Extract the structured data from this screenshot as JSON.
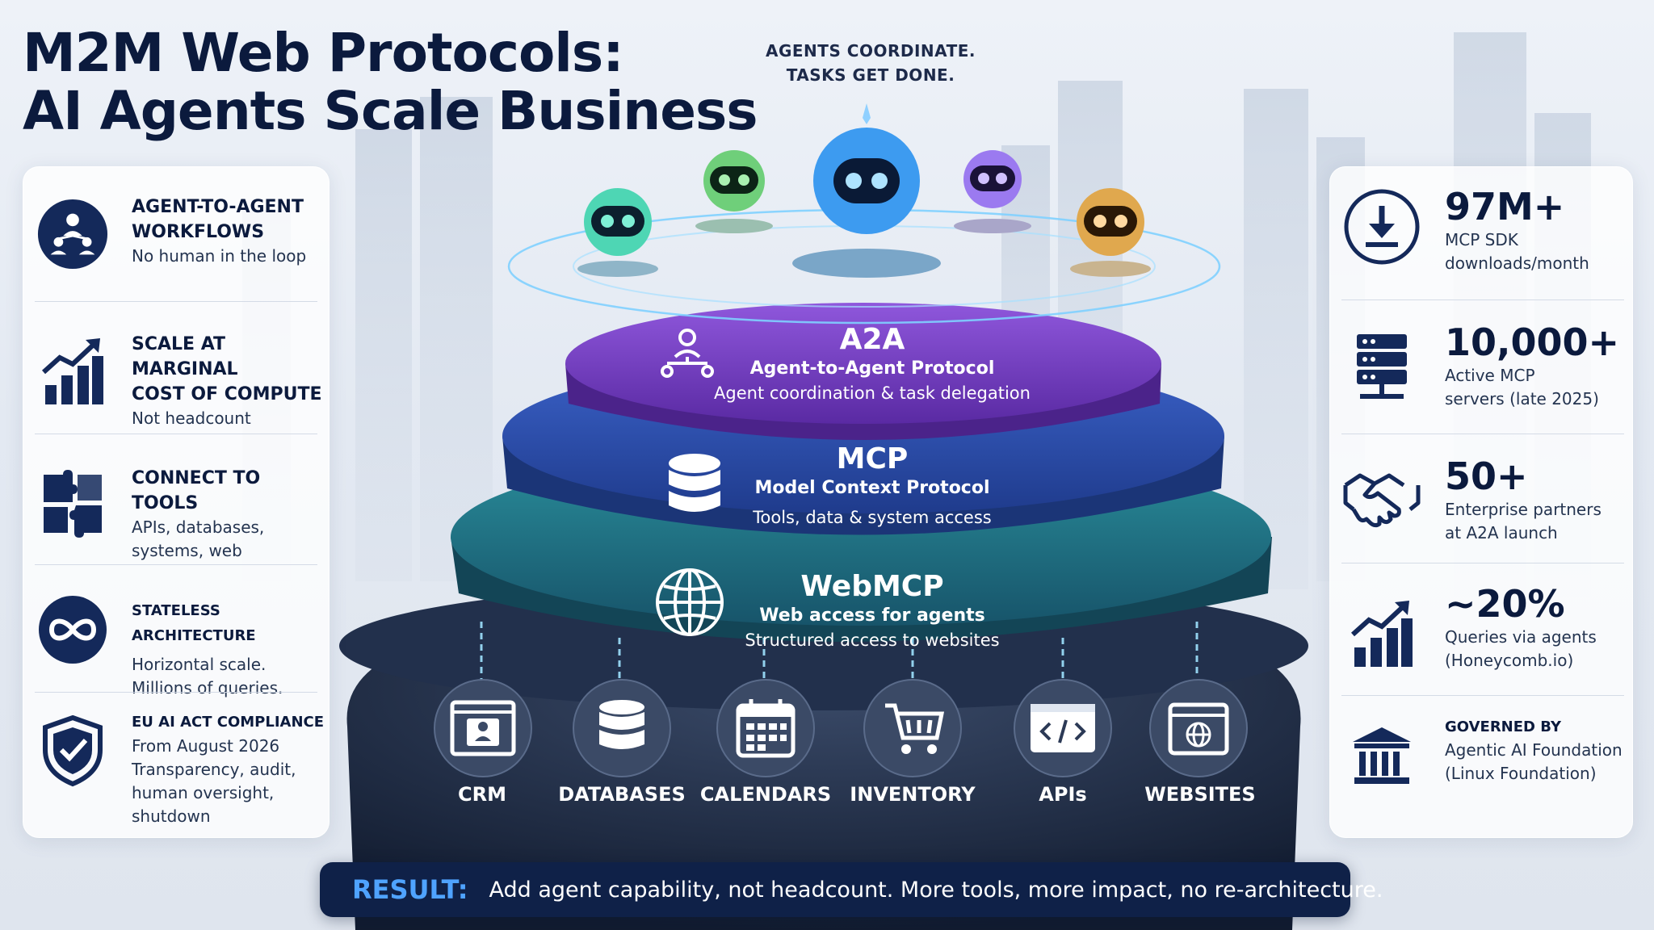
{
  "title": {
    "line1": "M2M Web Protocols:",
    "line2": "AI Agents Scale Business"
  },
  "tagline": {
    "line1": "AGENTS COORDINATE.",
    "line2": "TASKS GET DONE."
  },
  "left_items": [
    {
      "heading": "AGENT-TO-AGENT",
      "heading2": "WORKFLOWS",
      "sub": "No human in the loop",
      "icon": "agent-network-icon"
    },
    {
      "heading": "SCALE AT MARGINAL",
      "heading2": "COST OF COMPUTE",
      "sub": "Not headcount",
      "icon": "growth-chart-icon"
    },
    {
      "heading": "CONNECT TO TOOLS",
      "sub": "APIs, databases,",
      "sub2": "systems, web",
      "icon": "puzzle-icon"
    },
    {
      "heading": "STATELESS ARCHITECTURE",
      "sub": "Horizontal scale.",
      "sub2": "Millions of queries.",
      "icon": "infinity-icon"
    },
    {
      "heading": "EU AI ACT COMPLIANCE",
      "sub": "From August 2026",
      "sub2": "Transparency, audit,",
      "sub3": "human oversight,",
      "sub4": "shutdown",
      "icon": "shield-check-icon"
    }
  ],
  "right_items": [
    {
      "number": "97M+",
      "sub": "MCP SDK",
      "sub2": "downloads/month",
      "icon": "download-icon"
    },
    {
      "number": "10,000+",
      "sub": "Active MCP",
      "sub2": "servers (late 2025)",
      "icon": "server-icon"
    },
    {
      "number": "50+",
      "sub": "Enterprise partners",
      "sub2": "at A2A launch",
      "icon": "handshake-icon"
    },
    {
      "number": "~20%",
      "sub": "Queries via agents",
      "sub2": "(Honeycomb.io)",
      "icon": "growth-chart-icon"
    },
    {
      "number": "GOVERNED BY",
      "sub": "Agentic AI Foundation",
      "sub2": "(Linux Foundation)",
      "icon": "institution-icon"
    }
  ],
  "layers": [
    {
      "title": "A2A",
      "subtitle": "Agent-to-Agent Protocol",
      "desc": "Agent coordination & task delegation",
      "color": "#7a3fc8",
      "icon": "agent-network-icon"
    },
    {
      "title": "MCP",
      "subtitle": "Model Context Protocol",
      "desc": "Tools, data & system access",
      "color": "#2e4fb0",
      "icon": "database-icon"
    },
    {
      "title": "WebMCP",
      "subtitle": "Web access for agents",
      "desc": "Structured access to websites",
      "color": "#1f7a8a",
      "icon": "globe-icon"
    }
  ],
  "tools": [
    {
      "label": "CRM",
      "icon": "crm-contact-icon"
    },
    {
      "label": "DATABASES",
      "icon": "database-icon"
    },
    {
      "label": "CALENDARS",
      "icon": "calendar-icon"
    },
    {
      "label": "INVENTORY",
      "icon": "cart-icon"
    },
    {
      "label": "APIs",
      "icon": "code-icon"
    },
    {
      "label": "WEBSITES",
      "icon": "browser-globe-icon"
    }
  ],
  "result": {
    "label": "RESULT:",
    "text": "Add agent capability, not headcount. More tools, more impact, no re-architecture."
  },
  "colors": {
    "navy": "#0b1a3d",
    "a2a": "#7a3fc8",
    "mcp": "#2e4fb0",
    "webmcp": "#1f7a8a",
    "accent": "#4fa3ff"
  }
}
